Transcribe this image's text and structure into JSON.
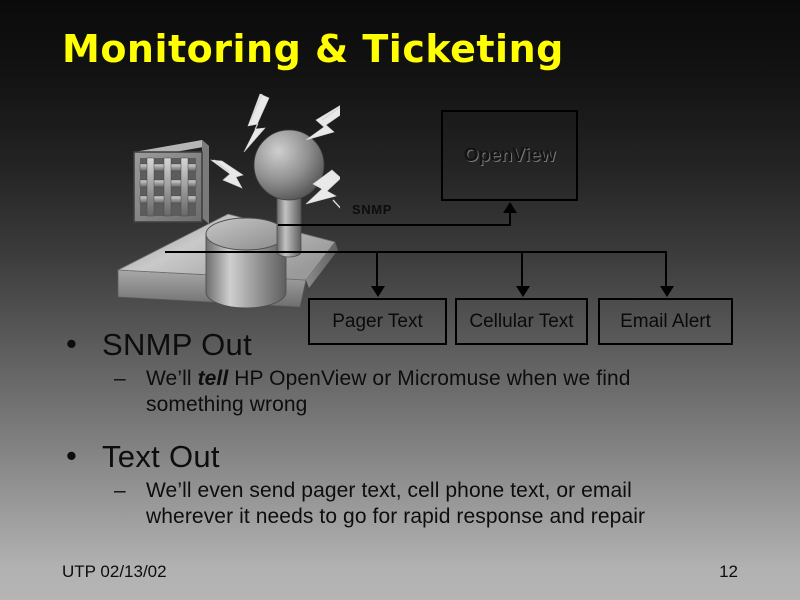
{
  "slide": {
    "title": "Monitoring & Ticketing",
    "title_color": "#ffff00",
    "background_top_color": "#0a0a0a",
    "background_bottom_color": "#b5b5b5"
  },
  "diagram": {
    "snmp_label": "SNMP",
    "openview_box": "OpenView",
    "output_boxes": [
      {
        "label": "Pager Text"
      },
      {
        "label": "Cellular Text"
      },
      {
        "label": "Email Alert"
      }
    ],
    "clipart_name": "network-device-antenna-clipart"
  },
  "bullets": [
    {
      "marker": "•",
      "text": "SNMP Out",
      "sub": [
        {
          "marker": "–",
          "line1_pre": "We’ll ",
          "line1_emph": "tell",
          "line1_post": " HP OpenView or Micromuse when we find",
          "line2": "something wrong"
        }
      ]
    },
    {
      "marker": "•",
      "text": "Text Out",
      "sub": [
        {
          "marker": "–",
          "line1_pre": "We’ll even send pager text, cell phone text, or email",
          "line1_emph": "",
          "line1_post": "",
          "line2": "wherever it needs to go for rapid response and repair"
        }
      ]
    }
  ],
  "footer": {
    "left": "UTP 02/13/02",
    "page_number": "12"
  }
}
